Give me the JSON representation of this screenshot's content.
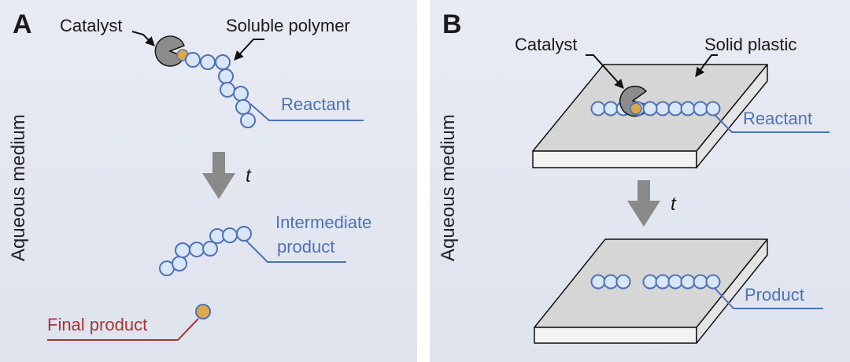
{
  "panel_a": {
    "letter": "A",
    "medium_label": "Aqueous medium",
    "catalyst_label": "Catalyst",
    "polymer_label": "Soluble polymer",
    "reactant_label": "Reactant",
    "time_symbol": "t",
    "intermediate_label_line1": "Intermediate",
    "intermediate_label_line2": "product",
    "final_label": "Final product"
  },
  "panel_b": {
    "letter": "B",
    "medium_label": "Aqueous medium",
    "catalyst_label": "Catalyst",
    "plastic_label": "Solid plastic",
    "reactant_label": "Reactant",
    "time_symbol": "t",
    "product_label": "Product"
  },
  "colors": {
    "bead_fill": "#d9e6f7",
    "bead_stroke": "#4e72b5",
    "catalyst_fill": "#8c8c8c",
    "active_site": "#d9a94a",
    "arrow": "#8a8a8a",
    "label_blue": "#4e72b5",
    "label_red": "#a6363a",
    "slab_top": "#d6d6d6",
    "slab_side": "#f2f2f2"
  }
}
